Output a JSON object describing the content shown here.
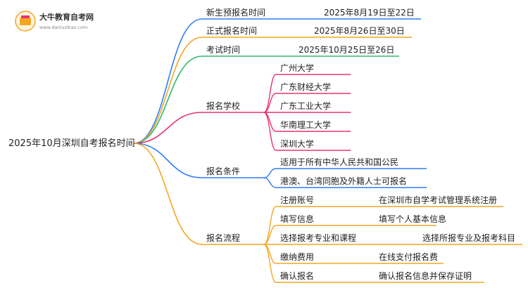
{
  "logo": {
    "name": "大牛教育自考网",
    "url": "www.daniuzikao.com"
  },
  "root": {
    "label": "2025年10月深圳自考报名时间"
  },
  "branches": [
    {
      "label": "新生预报名时间",
      "value": "2025年8月19日至22日",
      "color": "#2e7df6"
    },
    {
      "label": "正式报名时间",
      "value": "2025年8月26日至30日",
      "color": "#f5a623"
    },
    {
      "label": "考试时间",
      "value": "2025年10月25日至26日",
      "color": "#2db86b"
    },
    {
      "label": "报名学校",
      "color": "#e8336d",
      "items": [
        "广州大学",
        "广东财经大学",
        "广东工业大学",
        "华南理工大学",
        "深圳大学"
      ]
    },
    {
      "label": "报名条件",
      "color": "#2e7df6",
      "items": [
        "适用于所有中华人民共和国公民",
        "港澳、台湾同胞及外籍人士可报名"
      ]
    },
    {
      "label": "报名流程",
      "color": "#f5a623",
      "steps": [
        {
          "step": "注册账号",
          "detail": "在深圳市自学考试管理系统注册"
        },
        {
          "step": "填写信息",
          "detail": "填写个人基本信息"
        },
        {
          "step": "选择报考专业和课程",
          "detail": "选择所报专业及报考科目"
        },
        {
          "step": "缴纳费用",
          "detail": "在线支付报名费"
        },
        {
          "step": "确认报名",
          "detail": "确认报名信息并保存证明"
        }
      ]
    }
  ]
}
